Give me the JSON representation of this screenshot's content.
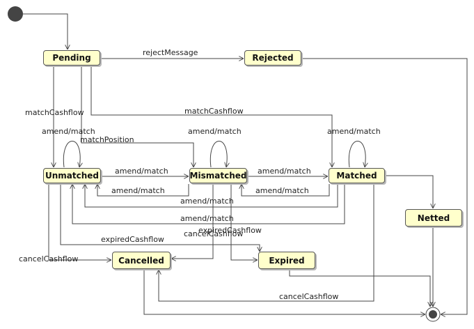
{
  "states": {
    "pending": "Pending",
    "rejected": "Rejected",
    "unmatched": "Unmatched",
    "mismatched": "Mismatched",
    "matched": "Matched",
    "netted": "Netted",
    "cancelled": "Cancelled",
    "expired": "Expired"
  },
  "transitions": {
    "reject_message": "rejectMessage",
    "match_cashflow_unmatched": "matchCashflow",
    "match_cashflow_matched": "matchCashflow",
    "match_position": "matchPosition",
    "self_unmatched": "amend/match",
    "self_mismatched": "amend/match",
    "self_matched": "amend/match",
    "unmatched_to_mismatched": "amend/match",
    "mismatched_to_unmatched": "amend/match",
    "mismatched_to_matched": "amend/match",
    "matched_to_mismatched": "amend/match",
    "matched_to_unmatched_1": "amend/match",
    "matched_to_unmatched_2": "amend/match",
    "expired_cashflow_1": "expiredCashflow",
    "expired_cashflow_2": "expiredCashflow",
    "cancel_cashflow_unmatched": "cancelCashflow",
    "cancel_cashflow_mismatched": "cancelCashflow",
    "cancel_cashflow_matched": "cancelCashflow"
  },
  "colors": {
    "state_fill": "#ffffcc",
    "state_border": "#555555",
    "line": "#444444"
  }
}
